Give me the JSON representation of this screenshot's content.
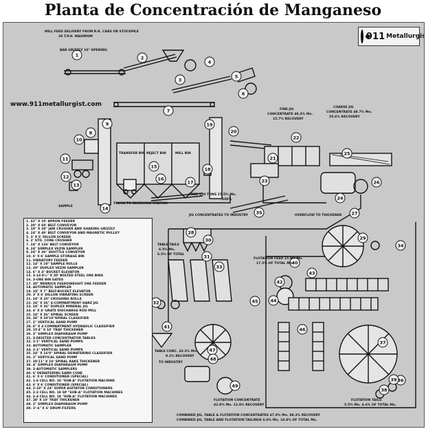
{
  "page": {
    "title": "Planta de Concentración de Manganeso"
  },
  "logo": {
    "number": "911",
    "name": "Metallurgist"
  },
  "website": "www.911metallurgist.com",
  "labels": {
    "mill_feed": "MILL FEED DELIVERY FROM R.R. CARS OR STOCKPILE",
    "tph": "20 T.P.H. MAXIMUM",
    "grizzly": "BAR GRIZZLY 10\" OPENING",
    "transfer_bin": "TRANSFER BIN",
    "reject_bin": "REJECT BIN",
    "mill_bin": "MILL BIN",
    "sample": "SAMPLE",
    "truck": "TRUCK TO RECEIVING STATION",
    "feed_150": "FEED 150 TONS 27.5% Mn.",
    "feed_100": "100%",
    "fine_jig": "FINE JIG",
    "fine_jig_conc": "CONCENTRATE 49.3% Mn.",
    "fine_jig_rec": "15.7% RECOVERY",
    "coarse_jig": "COARSE JIG",
    "coarse_jig_conc": "CONCENTRATE 48.7% Mn.",
    "coarse_jig_rec": "55.6% RECOVERY",
    "jig_to_industry": "JIG CONCENTRATES TO INDUSTRY",
    "overflow": "OVERFLOW TO THICKENER",
    "table_tails": "TABLE TAILS",
    "table_tails_mn": "6.5% Mn.",
    "table_tails_rec": "6.5% OF TOTAL",
    "flot_feed": "FLOTATION FEED 15.9% Mn.",
    "flot_feed_rec": "17.5% OF TOTAL Mn.",
    "table_conc": "TABLE CONC. 43.2% Mn.",
    "table_conc_rec": "9.1% RECOVERY",
    "to_industry": "TO INDUSTRY",
    "flot_conc": "FLOTATION CONCENTRATE",
    "flot_conc_val": "42.9% Mn. 12.9% RECOVERY",
    "flot_tails": "FLOTATION TAILS",
    "flot_tails_val": "5.5% Mn. 4.6% OF TOTAL Mn.",
    "combined_conc": "COMBINED JIG, TABLE & FLOTATION CONCENTRATES 47.9% Mn. 88.3% RECOVERY",
    "combined_tails": "COMBINED JIG, TABLE AND FLOTATION TAILINGS 6.0% Mn. 10.8% OF TOTAL Mn."
  },
  "equipment_numbers": [
    "1",
    "2",
    "3",
    "4",
    "5",
    "6",
    "7",
    "8",
    "9",
    "10",
    "11",
    "12",
    "13",
    "14",
    "15",
    "16",
    "17",
    "18",
    "19",
    "20",
    "21",
    "22",
    "23",
    "24",
    "25",
    "26",
    "27",
    "28",
    "29",
    "30",
    "31",
    "32",
    "33",
    "34",
    "35",
    "36",
    "37",
    "38",
    "39",
    "40",
    "41",
    "42",
    "43",
    "44",
    "45",
    "46",
    "47",
    "48",
    "49"
  ],
  "legend": [
    "1. 42\" X 10' APRON FEEDER",
    "2. 30\" X 60' BELT CONVEYOR",
    "3. 10\" X 20\" JAW CRUSHER AND SHAKING GRIZZLY",
    "4. 24\" X 40' BELT CONVEYOR AND MAGNETIC PULLEY",
    "5. 3' X 6' DILLON SCREEN",
    "6. 2' STD. CONE CRUSHER",
    "7. 24\" X 136' BELT CONVEYOR",
    "8. 24\" SIMPLEX VEZIN SAMPLER",
    "9. 24\" X 36\" SHUTTLE CONVEYOR",
    "10. 6' X 6' SAMPLE STORAGE BIN",
    "11. VIBRATORY FEEDER",
    "12. 14\" X 10\" SAMPLE ROLLS",
    "13. 20\" DUPLEX VEZIN SAMPLER",
    "14. 6\" X 4\" BUCKET ELEVATOR",
    "15. 3-14'4½\" X 30' BOLTED STEEL ORE BINS",
    "16. 3-ORE BIN GATES",
    "17. 20\" MERRICK FEEDOWEIGHT ORE FEEDER",
    "18. AUTOMATIC SAMPLER",
    "19. 18\" X 7\" BELT-BUCKET ELEVATOR",
    "20. 3' X 6' DILLON VIBRATING SCREEN",
    "21. 24\" X 20\" CRUSHING ROLLS",
    "22. 24\" X 36\" 4-COMPARTMENT HARZ JIG",
    "23. 24\" X 36\" DUPLEX MINERAL JIG",
    "24. 4' X 4' GRATE DISCHARGE ROD MILL",
    "25. 24\" X 36\" SPIRAL SCREEN",
    "26. 36\" X 20'10\"SPIRAL CLASSIFIER",
    "27. 2\" VERTICAL SAND PUMP",
    "28. 8\" X 4 COMPARTMENT HYDRAULIC CLASSIFIER",
    "29. 15'4\" X 10' TRAY THICKENER",
    "30. 3\" SIMPLEX DIAPHRAGM PUMP",
    "31. 3-DEISTER CONCENTRATOR TABLES",
    "32. 3-1\" VERTICAL SAND PUMPS",
    "33. AUTOMATIC SAMPLER",
    "34. 2-1\" VERTICAL SAND PUMPS",
    "35. 24\" X 16'0\" SPIRAL DEWATERING CLASSIFIER",
    "36. 2\" VERTICAL SAND PUMP",
    "37. 20'11\" X 10' SPIRAL RAKE THICKENER",
    "38. 4\" SIMPLEX DIAPHRAGM PUMP",
    "39. 2-AUTOMATIC SAMPLERS",
    "40. 6' DEWATERING SAND CONE",
    "41. 6' X 6' CONDITIONER (SPECIAL)",
    "42. 1-6 CELL NO. 18 \"SUB-A\" FLOTATION MACHINE",
    "43. 6' X 6' CONDITIONER (SPECIAL)",
    "44. 2-18\" X 24\" SUPER AGITATOR CONDITIONERS",
    "45. 2-2 CELL NO. 18 SP \"SUB-A\" FLOTATION MACHINES",
    "46. 2-4 CELL NO. 18 \"SUB-A\" FLOTATION MACHINES",
    "47. 28' X 10' TRAY THICKENER",
    "48. 2\" SIMPLEX DIAPHRAGM PUMP",
    "49. 3'-6\" X 6' DRUM FILTERS"
  ]
}
